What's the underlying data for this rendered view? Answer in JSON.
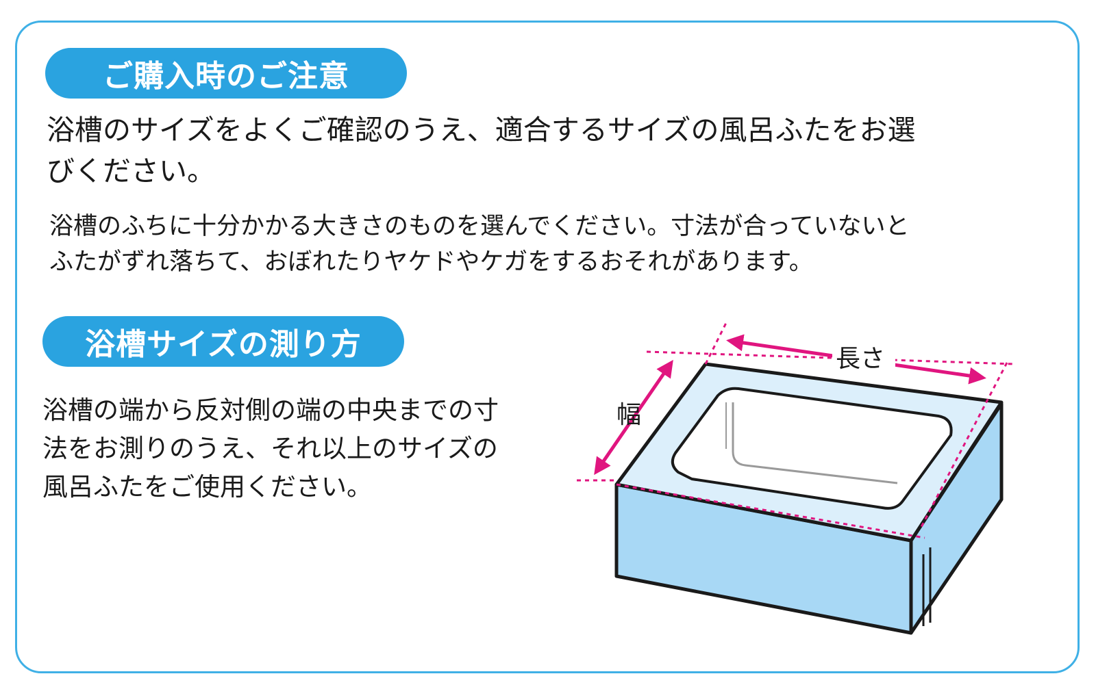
{
  "section1": {
    "title": "ご購入時のご注意",
    "line1": "浴槽のサイズをよくご確認のうえ、適合するサイズの風呂ふたをお選",
    "line2": "びください。",
    "note_line1": "浴槽のふちに十分かかる大きさのものを選んでください。寸法が合っていないと",
    "note_line2": "ふたがずれ落ちて、おぼれたりヤケドやケガをするおそれがあります。"
  },
  "section2": {
    "title": "浴槽サイズの測り方",
    "line1": "浴槽の端から反対側の端の中央までの寸",
    "line2": "法をお測りのうえ、それ以上のサイズの",
    "line3": "風呂ふたをご使用ください。"
  },
  "illustration": {
    "length_label": "長さ",
    "width_label": "幅",
    "colors": {
      "tub_fill": "#a8d8f5",
      "tub_rim": "#dceffb",
      "outline": "#1a1a1a",
      "measure": "#e0157f",
      "frame": "#3fb0e6",
      "pill": "#2aa3e0"
    }
  }
}
